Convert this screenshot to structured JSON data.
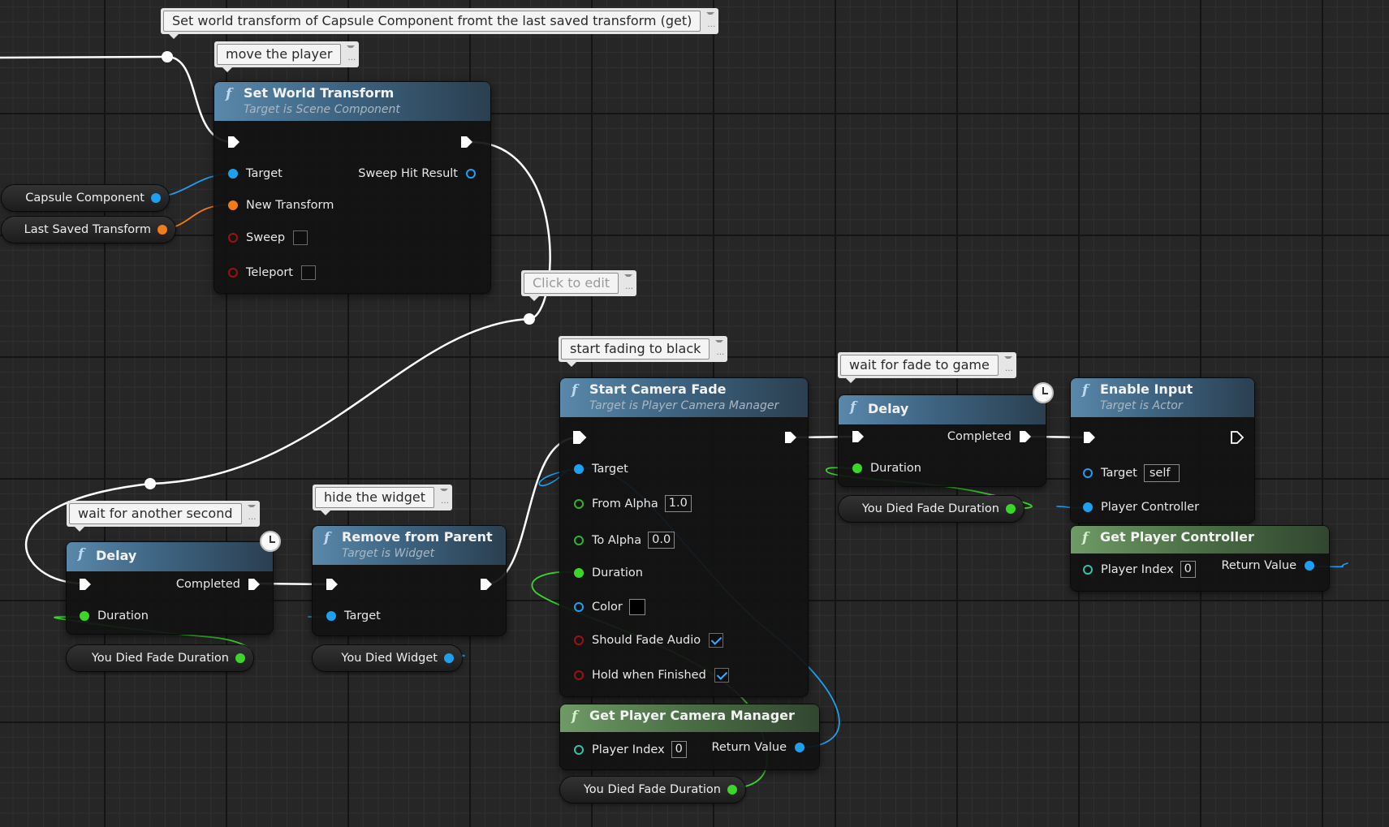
{
  "comments": {
    "set_transform": "Set world transform of Capsule Component fromt the last saved transform (get)",
    "move_player": "move the player",
    "click_to_edit": "Click to edit",
    "start_fading": "start fading to black",
    "wait_fade": "wait for fade to game",
    "wait_second": "wait for another second",
    "hide_widget": "hide the widget"
  },
  "set_world_transform": {
    "fn_icon": "f",
    "title": "Set World Transform",
    "subtitle": "Target is Scene Component",
    "pins": {
      "target": "Target",
      "sweep_hit_result": "Sweep Hit Result",
      "new_transform": "New Transform",
      "sweep": "Sweep",
      "teleport": "Teleport"
    },
    "sweep_checked": false,
    "teleport_checked": false
  },
  "variables": {
    "capsule_component": "Capsule Component",
    "last_saved_transform": "Last Saved Transform",
    "you_died_fade_duration": "You Died Fade Duration",
    "you_died_widget": "You Died Widget"
  },
  "start_camera_fade": {
    "fn_icon": "f",
    "title": "Start Camera Fade",
    "subtitle": "Target is Player Camera Manager",
    "pins": {
      "target": "Target",
      "from_alpha": "From Alpha",
      "to_alpha": "To Alpha",
      "duration": "Duration",
      "color": "Color",
      "should_fade_audio": "Should Fade Audio",
      "hold_when_finished": "Hold when Finished"
    },
    "from_alpha_value": "1.0",
    "to_alpha_value": "0.0",
    "color_value": "#000000",
    "should_fade_audio_checked": true,
    "hold_when_finished_checked": true
  },
  "get_player_camera_manager": {
    "fn_icon": "f",
    "title": "Get Player Camera Manager",
    "player_index_label": "Player Index",
    "player_index_value": "0",
    "return_value": "Return Value"
  },
  "delay_right": {
    "fn_icon": "f",
    "title": "Delay",
    "completed": "Completed",
    "duration": "Duration"
  },
  "delay_left": {
    "fn_icon": "f",
    "title": "Delay",
    "completed": "Completed",
    "duration": "Duration"
  },
  "enable_input": {
    "fn_icon": "f",
    "title": "Enable Input",
    "subtitle": "Target is Actor",
    "target": "Target",
    "target_value": "self",
    "player_controller": "Player Controller"
  },
  "get_player_controller": {
    "fn_icon": "f",
    "title": "Get Player Controller",
    "player_index_label": "Player Index",
    "player_index_value": "0",
    "return_value": "Return Value"
  },
  "remove_from_parent": {
    "fn_icon": "f",
    "title": "Remove from Parent",
    "subtitle": "Target is Widget",
    "target": "Target"
  },
  "colors": {
    "exec": "#ffffff",
    "object_pin": "#1ea0f0",
    "transform_pin": "#f07c1a",
    "float_pin": "#3cd62a",
    "bool_pin": "#a01010",
    "function_header": "#3e6482",
    "pure_header": "#4a6d45"
  }
}
